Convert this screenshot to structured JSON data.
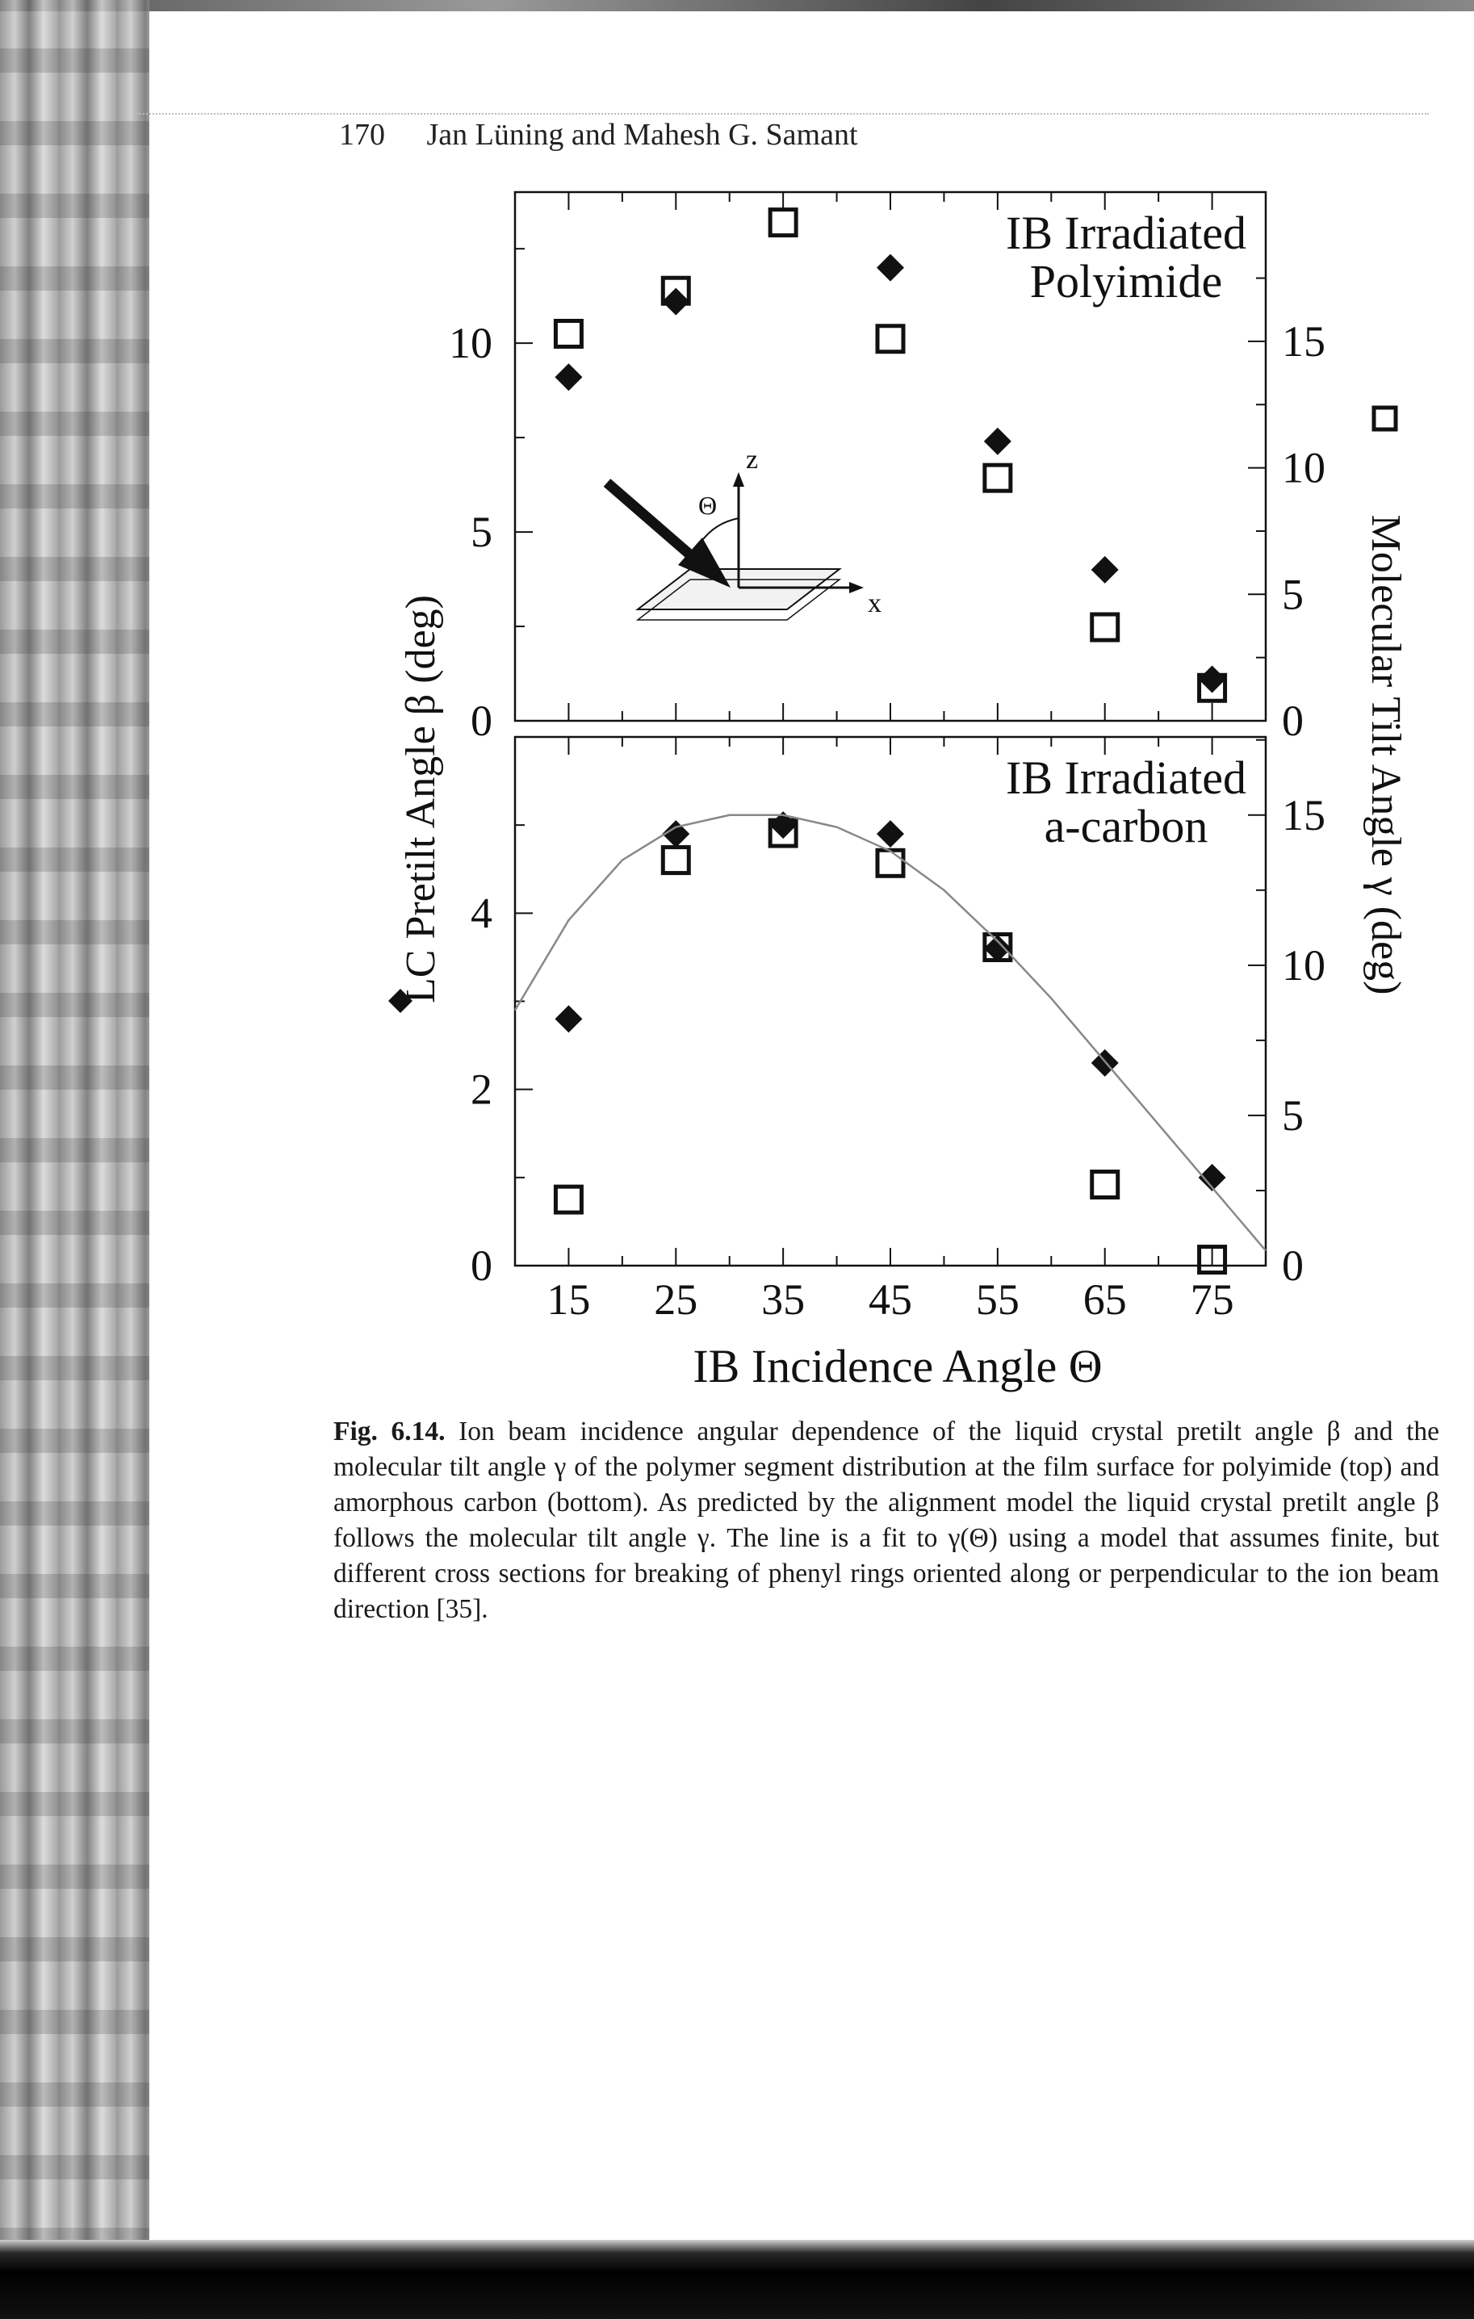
{
  "page": {
    "page_number": "170",
    "running_head": "Jan Lüning and Mahesh G. Samant"
  },
  "figure": {
    "y_left_label": "LC Pretilt Angle β (deg)",
    "y_right_label": "Molecular Tilt Angle γ (deg)",
    "x_label": "IB Incidence Angle Θ",
    "inset": {
      "z_label": "z",
      "x_label": "x",
      "theta_label": "Θ"
    }
  },
  "chart_data": [
    {
      "type": "scatter",
      "panel": "top",
      "annotation": [
        "IB Irradiated",
        "Polyimide"
      ],
      "x_ticks": [
        "15",
        "25",
        "35",
        "45",
        "55",
        "65",
        "75"
      ],
      "y_left_ticks": [
        "0",
        "5",
        "10"
      ],
      "y_right_ticks": [
        "0",
        "5",
        "10",
        "15"
      ],
      "xlim": [
        10,
        80
      ],
      "y_left_lim": [
        0,
        14
      ],
      "y_right_lim": [
        0,
        20.9
      ],
      "series": [
        {
          "axis": "left",
          "marker": "diamond",
          "x": [
            15,
            25,
            45,
            55,
            65,
            75
          ],
          "y": [
            9.1,
            11.1,
            12.0,
            7.4,
            4.0,
            1.1
          ]
        },
        {
          "axis": "right",
          "marker": "square",
          "x": [
            15,
            25,
            35,
            45,
            55,
            65,
            75
          ],
          "y": [
            15.3,
            17.0,
            19.7,
            15.1,
            9.6,
            3.7,
            1.3
          ]
        }
      ]
    },
    {
      "type": "scatter",
      "panel": "bottom",
      "annotation": [
        "IB Irradiated",
        "a-carbon"
      ],
      "x_ticks": [
        "15",
        "25",
        "35",
        "45",
        "55",
        "65",
        "75"
      ],
      "y_left_ticks": [
        "0",
        "2",
        "4"
      ],
      "y_right_ticks": [
        "0",
        "5",
        "10",
        "15"
      ],
      "xlim": [
        10,
        80
      ],
      "y_left_lim": [
        0,
        6
      ],
      "y_right_lim": [
        0,
        17.6
      ],
      "series": [
        {
          "axis": "left",
          "marker": "diamond",
          "x": [
            15,
            25,
            35,
            45,
            55,
            65,
            75
          ],
          "y": [
            2.8,
            4.9,
            5.0,
            4.9,
            3.6,
            2.3,
            1.0
          ]
        },
        {
          "axis": "right",
          "marker": "square",
          "x": [
            15,
            25,
            35,
            45,
            55,
            65,
            75
          ],
          "y": [
            2.2,
            13.5,
            14.4,
            13.4,
            10.6,
            2.7,
            0.2
          ]
        },
        {
          "axis": "right",
          "marker": "line",
          "name": "",
          "x": [
            10,
            15,
            20,
            25,
            30,
            35,
            40,
            45,
            50,
            55,
            60,
            65,
            70,
            75,
            80
          ],
          "y": [
            8.5,
            11.5,
            13.5,
            14.6,
            15.0,
            15.0,
            14.6,
            13.8,
            12.5,
            10.8,
            8.9,
            6.8,
            4.7,
            2.6,
            0.5
          ]
        }
      ]
    }
  ],
  "caption": {
    "label": "Fig. 6.14.",
    "text": "Ion beam incidence angular dependence of the liquid crystal pretilt angle β and the molecular tilt angle γ of the polymer segment distribution at the film surface for polyimide (top) and amorphous carbon (bottom). As predicted by the alignment model the liquid crystal pretilt angle β follows the molecular tilt angle γ. The line is a fit to γ(Θ) using a model that assumes finite, but different cross sections for breaking of phenyl rings oriented along or perpendicular to the ion beam direction [35]."
  }
}
